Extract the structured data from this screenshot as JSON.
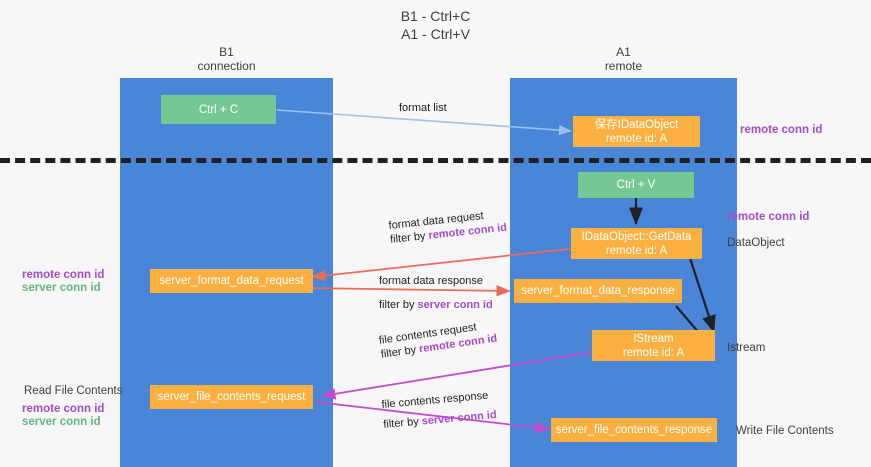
{
  "title": {
    "line1": "B1 - Ctrl+C",
    "line2": "A1 - Ctrl+V"
  },
  "lanes": [
    {
      "name": "B1",
      "subtitle": "connection"
    },
    {
      "name": "A1",
      "subtitle": "remote"
    }
  ],
  "colors": {
    "lane": "#4a86d8",
    "green_box": "#76c893",
    "orange_box": "#fbb040",
    "remote_conn_id": "#a64ac9",
    "server_conn_id": "#63b77c",
    "format_arrow": "#ea6a5e",
    "file_arrow": "#c44bd0",
    "copy_arrow": "#9dc3ec",
    "black_arrow": "#202124",
    "divider": "#202124"
  },
  "boxes": {
    "ctrl_c": "Ctrl + C",
    "ctrl_v": "Ctrl + V",
    "save_idataobject_l1": "保存IDataObject",
    "save_idataobject_l2": "remote id: A",
    "getdata_l1": "IDataObject::GetData",
    "getdata_l2": "remote id: A",
    "istream_l1": "IStream",
    "istream_l2": "remote id: A",
    "server_format_data_request": "server_format_data_request",
    "server_format_data_response": "server_format_data_response",
    "server_file_contents_request": "server_file_contents_request",
    "server_file_contents_response": "server_file_contents_response"
  },
  "right_labels": {
    "remote_conn_id_top": "remote conn id",
    "remote_conn_id_mid": "remote conn id",
    "dataobject": "DataObject",
    "istream": "Istream",
    "write_file_contents": "Write File Contents"
  },
  "left_labels": {
    "remote_conn_id_1": "remote conn id",
    "server_conn_id_1": "server conn id",
    "read_file_contents": "Read File Contents",
    "remote_conn_id_2": "remote conn id",
    "server_conn_id_2": "server conn id"
  },
  "edges": {
    "format_list": "format list",
    "format_data_request": "format data request",
    "format_data_request_filter_prefix": "filter by ",
    "format_data_request_filter_key": "remote conn id",
    "format_data_response": "format data response",
    "format_data_response_filter_prefix": "filter by ",
    "format_data_response_filter_key": "server conn id",
    "file_contents_request": "file contents request",
    "file_contents_request_filter_prefix": "filter by ",
    "file_contents_request_filter_key": "remote conn id",
    "file_contents_response": "file contents response",
    "file_contents_response_filter_prefix": "filter by ",
    "file_contents_response_filter_key": "server conn id"
  }
}
